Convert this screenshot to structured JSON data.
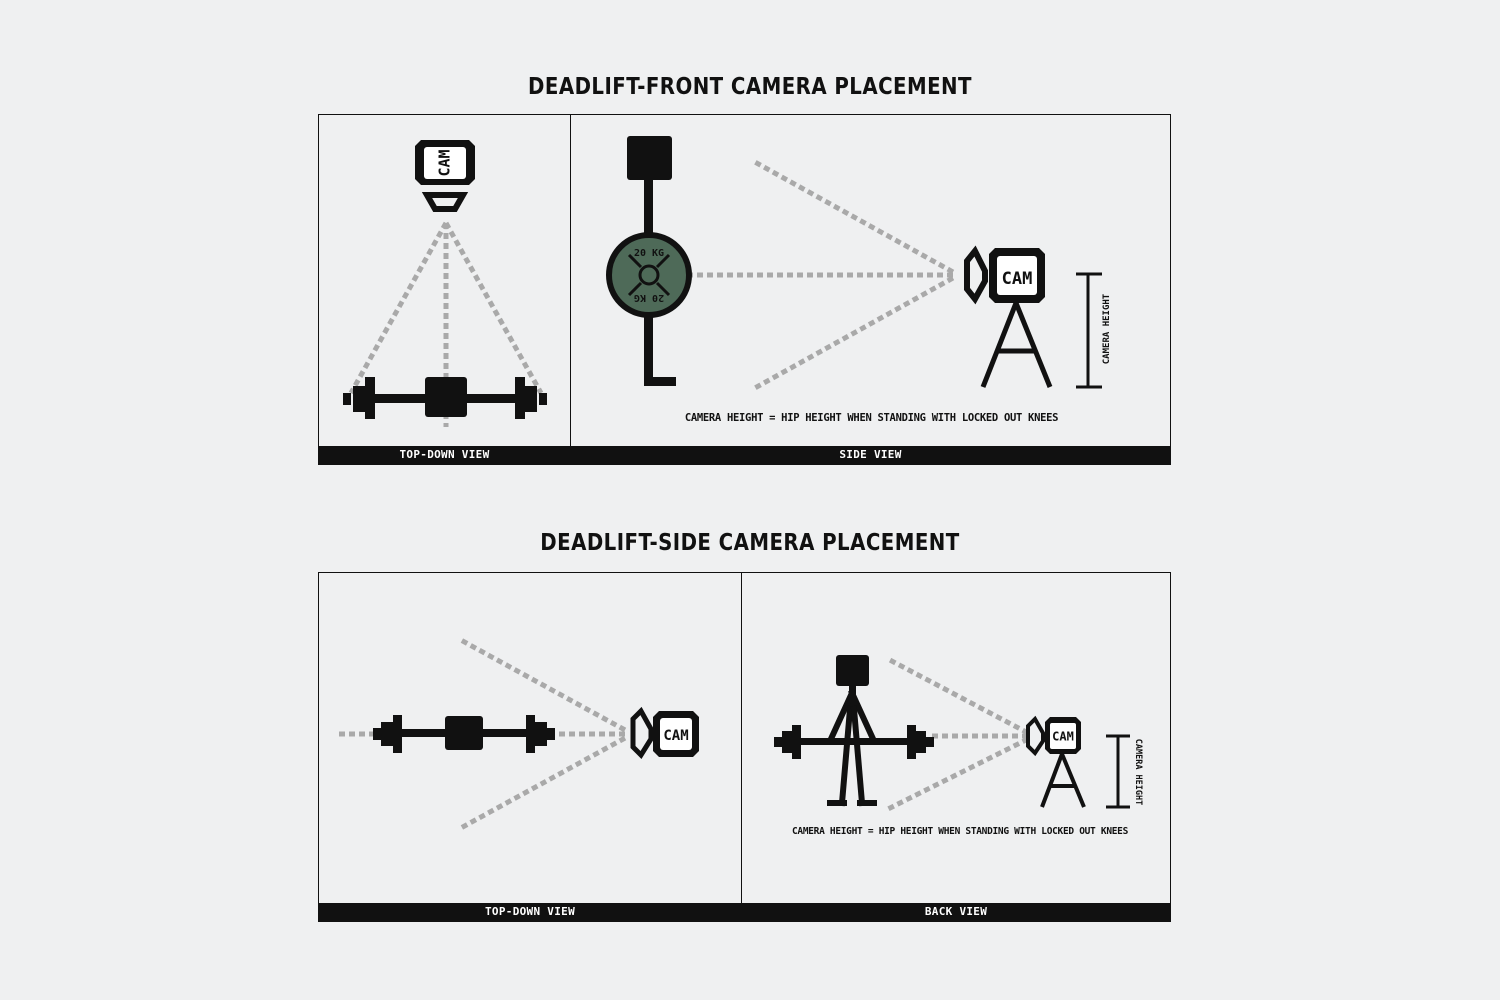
{
  "front": {
    "title": "DEADLIFT-FRONT CAMERA PLACEMENT",
    "top_view": {
      "label": "TOP-DOWN VIEW",
      "cam_label": "CAM"
    },
    "side_view": {
      "label": "SIDE VIEW",
      "cam_label": "CAM",
      "plate_top_text": "20 KG",
      "plate_bottom_text": "20 KG",
      "height_label": "CAMERA HEIGHT",
      "note": "CAMERA HEIGHT = HIP HEIGHT WHEN STANDING WITH LOCKED OUT KNEES"
    }
  },
  "side": {
    "title": "DEADLIFT-SIDE CAMERA PLACEMENT",
    "top_view": {
      "label": "TOP-DOWN VIEW",
      "cam_label": "CAM"
    },
    "back_view": {
      "label": "BACK VIEW",
      "cam_label": "CAM",
      "height_label": "CAMERA HEIGHT",
      "note": "CAMERA HEIGHT = HIP HEIGHT WHEN STANDING WITH LOCKED OUT KNEES"
    }
  },
  "colors": {
    "background": "#eff0f1",
    "ink": "#111111",
    "sightline": "#a9a9a9",
    "plate": "#4e6a58"
  }
}
